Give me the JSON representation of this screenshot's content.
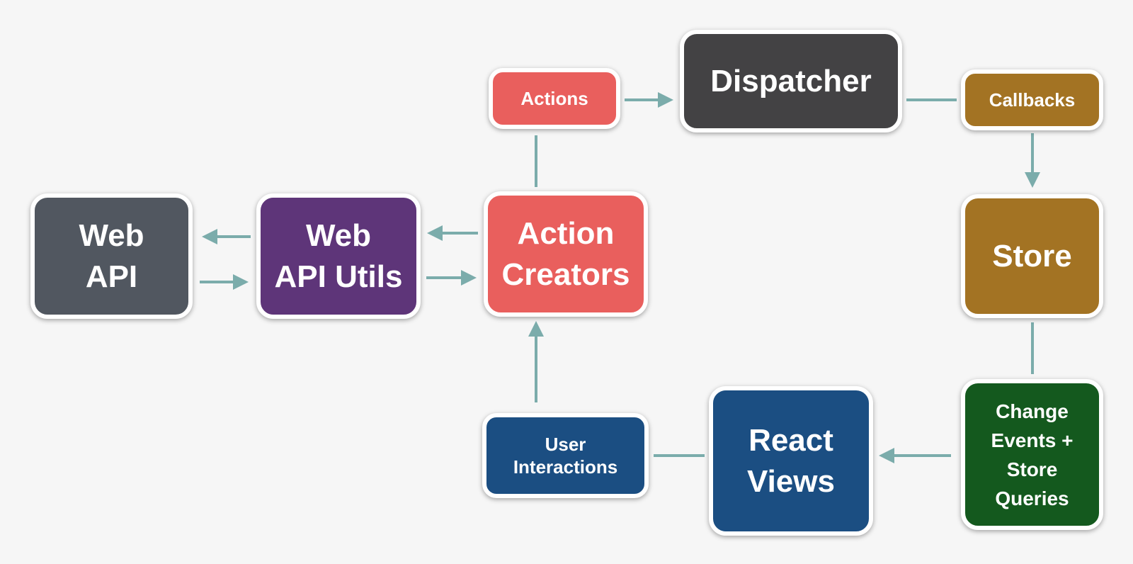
{
  "colors": {
    "background": "#f6f6f6",
    "connector": "#7bacab",
    "web_api": "#515760",
    "web_api_utils": "#5e3579",
    "action_creators": "#e95f5d",
    "actions": "#e95f5d",
    "dispatcher": "#434244",
    "callbacks": "#a37323",
    "store": "#a37323",
    "change_events": "#14591e",
    "react_views": "#1b4e82",
    "user_interactions": "#1b4e82"
  },
  "nodes": {
    "web_api": "Web\nAPI",
    "web_api_utils": "Web\nAPI Utils",
    "action_creators": "Action\nCreators",
    "actions": "Actions",
    "dispatcher": "Dispatcher",
    "callbacks": "Callbacks",
    "store": "Store",
    "change_events": "Change\nEvents +\nStore\nQueries",
    "react_views": "React\nViews",
    "user_interactions": "User\nInteractions"
  }
}
